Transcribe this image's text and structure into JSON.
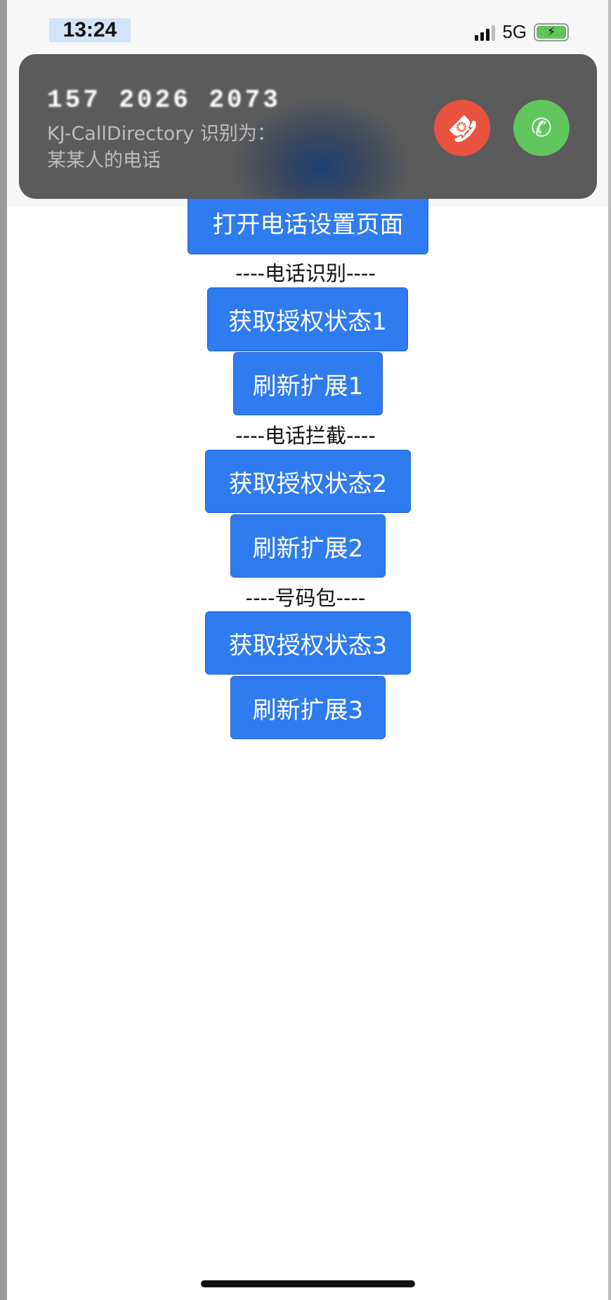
{
  "status_bar": {
    "time": "13:24",
    "network": "5G",
    "battery_icon": "charging-bolt",
    "battery_glyph": "⚡"
  },
  "incoming_call": {
    "number": "157 2026 2073",
    "caption": "KJ-CallDirectory 识别为：",
    "identified_as": "某某人的电话",
    "decline_glyph": "☎",
    "accept_glyph": "✆"
  },
  "buttons": {
    "open_settings": "打开电话设置页面",
    "get_auth_1": "获取授权状态1",
    "refresh_1": "刷新扩展1",
    "get_auth_2": "获取授权状态2",
    "refresh_2": "刷新扩展2",
    "get_auth_3": "获取授权状态3",
    "refresh_3": "刷新扩展3"
  },
  "sections": {
    "identification": "----电话识别----",
    "blocking": "----电话拦截----",
    "number_pack": "----号码包----"
  },
  "colors": {
    "primary": "#2f7bf0",
    "decline": "#e9523f",
    "accept": "#60c65d"
  }
}
